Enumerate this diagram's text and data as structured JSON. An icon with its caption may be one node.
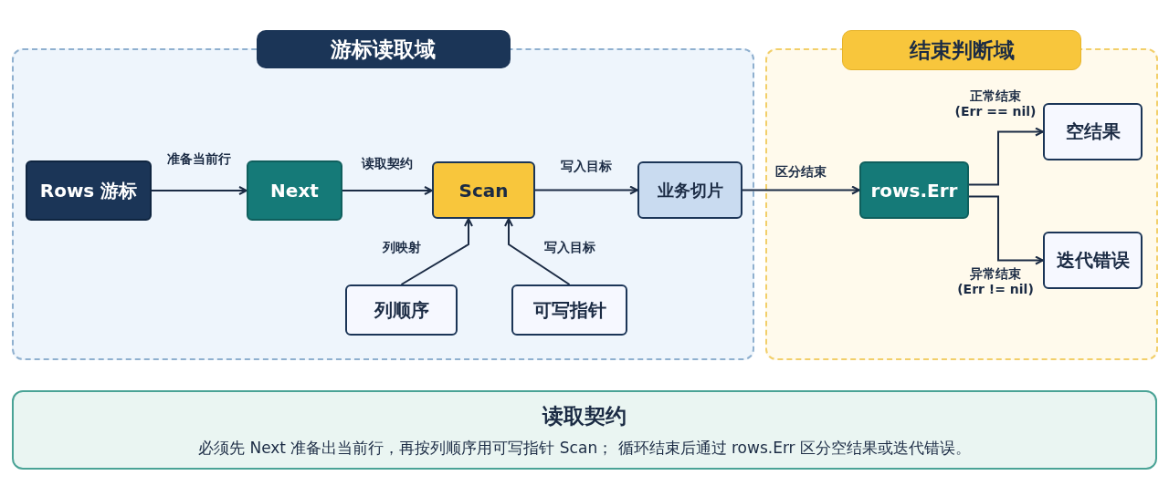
{
  "diagram": {
    "nodes": [
      {
        "text": [
          "游标读取域"
        ]
      },
      {
        "text": [
          "Rows 游标"
        ],
        "in": 0
      },
      {
        "text": [
          "Next"
        ],
        "in": 0
      },
      {
        "text": [
          "Scan"
        ],
        "in": 0
      },
      {
        "text": [
          "业务切片"
        ],
        "in": 0
      },
      {
        "text": [
          "列顺序"
        ],
        "in": 0
      },
      {
        "text": [
          "可写指针"
        ],
        "in": 0
      },
      {
        "text": [
          "结束判断域"
        ]
      },
      {
        "text": [
          "rows.Err"
        ],
        "in": 7
      },
      {
        "text": [
          "空结果"
        ],
        "in": 7
      },
      {
        "text": [
          "迭代错误"
        ],
        "in": 7
      },
      {
        "text": [
          "读取契约",
          "必须先 Next 准备出当前行，再按列顺序用可写指针 Scan； 循环结束后通过 rows.Err 区分空结果或迭代错误。"
        ]
      }
    ],
    "edges": [
      {
        "from": 1,
        "to": 2,
        "arrow": "to",
        "label": "准备当前行"
      },
      {
        "from": 2,
        "to": 3,
        "arrow": "to",
        "label": "读取契约"
      },
      {
        "from": 3,
        "to": 4,
        "arrow": "to",
        "label": "写入目标"
      },
      {
        "from": 5,
        "to": 3,
        "arrow": "to",
        "label": "列映射"
      },
      {
        "from": 6,
        "to": 3,
        "arrow": "to",
        "label": "写入目标"
      },
      {
        "from": 4,
        "to": 8,
        "arrow": "to",
        "label": "区分结束"
      },
      {
        "from": 8,
        "to": 9,
        "arrow": "to",
        "label": "正常结束 (Err == nil)"
      },
      {
        "from": 8,
        "to": 10,
        "arrow": "to",
        "label": "异常结束 (Err != nil)"
      }
    ]
  }
}
